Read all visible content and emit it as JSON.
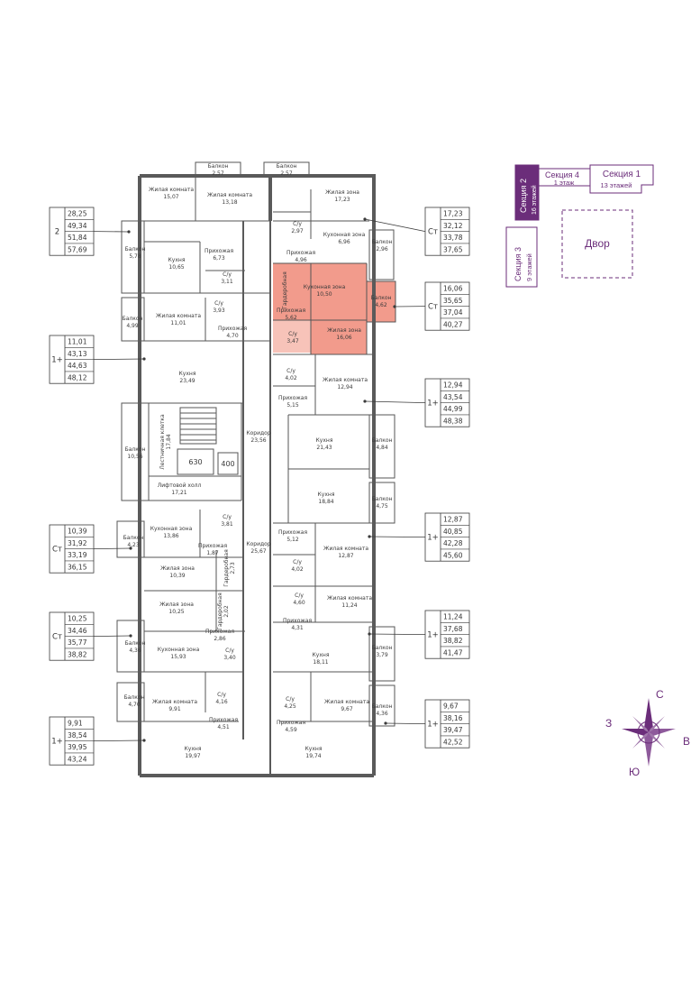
{
  "rooms": [
    {
      "id": "r1",
      "name": "Балкон",
      "area": "2,57"
    },
    {
      "id": "r2",
      "name": "Балкон",
      "area": "2,57"
    },
    {
      "id": "r3",
      "name": "Жилая комната",
      "area": "15,07"
    },
    {
      "id": "r4",
      "name": "Жилая комната",
      "area": "13,18"
    },
    {
      "id": "r5",
      "name": "Жилая зона",
      "area": "17,23"
    },
    {
      "id": "r6",
      "name": "С/у",
      "area": "2,97"
    },
    {
      "id": "r7",
      "name": "Кухонная зона",
      "area": "6,96"
    },
    {
      "id": "r8",
      "name": "Прихожая",
      "area": "4,96"
    },
    {
      "id": "r9",
      "name": "Балкон",
      "area": "2,96"
    },
    {
      "id": "r10",
      "name": "Балкон",
      "area": "5,78"
    },
    {
      "id": "r11",
      "name": "Кухня",
      "area": "10,65"
    },
    {
      "id": "r12",
      "name": "Прихожая",
      "area": "6,73"
    },
    {
      "id": "r13",
      "name": "С/у",
      "area": "3,11"
    },
    {
      "id": "r14",
      "name": "Кухонная зона",
      "area": "10,50",
      "highlight": true
    },
    {
      "id": "r15",
      "name": "Гардеробная",
      "area": "",
      "highlight": true
    },
    {
      "id": "r16",
      "name": "Прихожая",
      "area": "5,62",
      "highlight": true
    },
    {
      "id": "r17",
      "name": "С/у",
      "area": "3,47",
      "highlight": true
    },
    {
      "id": "r18",
      "name": "Жилая зона",
      "area": "16,06",
      "highlight": true
    },
    {
      "id": "r19",
      "name": "Балкон",
      "area": "4,62",
      "highlight": true
    },
    {
      "id": "r20",
      "name": "Балкон",
      "area": "4,99"
    },
    {
      "id": "r21",
      "name": "Жилая комната",
      "area": "11,01"
    },
    {
      "id": "r22",
      "name": "С/у",
      "area": "3,93"
    },
    {
      "id": "r23",
      "name": "Прихожая",
      "area": "4,70"
    },
    {
      "id": "r24",
      "name": "Кухня",
      "area": "23,49"
    },
    {
      "id": "r25",
      "name": "С/у",
      "area": "4,02"
    },
    {
      "id": "r26",
      "name": "Прихожая",
      "area": "5,15"
    },
    {
      "id": "r27",
      "name": "Жилая комната",
      "area": "12,94"
    },
    {
      "id": "r28",
      "name": "Лестничная клетка",
      "area": "17,84"
    },
    {
      "id": "r29",
      "name": "Коридор",
      "area": "23,56"
    },
    {
      "id": "r30",
      "name": "Кухня",
      "area": "21,43"
    },
    {
      "id": "r31",
      "name": "Балкон",
      "area": "4,84"
    },
    {
      "id": "r32",
      "name": "Балкон",
      "area": "10,56"
    },
    {
      "id": "r33",
      "name": "Лифтовой холл",
      "area": "17,21"
    },
    {
      "id": "r34",
      "name": "Кухня",
      "area": "18,84"
    },
    {
      "id": "r35",
      "name": "Балкон",
      "area": "4,75"
    },
    {
      "id": "r36",
      "name": "Балкон",
      "area": "4,23"
    },
    {
      "id": "r37",
      "name": "Кухонная зона",
      "area": "13,86"
    },
    {
      "id": "r38",
      "name": "С/у",
      "area": "3,81"
    },
    {
      "id": "r39",
      "name": "Прихожая",
      "area": "1,87"
    },
    {
      "id": "r40",
      "name": "Гардеробная",
      "area": "2,73"
    },
    {
      "id": "r41",
      "name": "Жилая зона",
      "area": "10,39"
    },
    {
      "id": "r42",
      "name": "Коридор",
      "area": "25,67"
    },
    {
      "id": "r43",
      "name": "Прихожая",
      "area": "5,12"
    },
    {
      "id": "r44",
      "name": "Жилая комната",
      "area": "12,87"
    },
    {
      "id": "r45",
      "name": "С/у",
      "area": "4,02"
    },
    {
      "id": "r46",
      "name": "С/у",
      "area": "4,60"
    },
    {
      "id": "r47",
      "name": "Жилая комната",
      "area": "11,24"
    },
    {
      "id": "r48",
      "name": "Жилая зона",
      "area": "10,25"
    },
    {
      "id": "r49",
      "name": "Гардеробная",
      "area": "2,02"
    },
    {
      "id": "r50",
      "name": "Прихожая",
      "area": "4,31"
    },
    {
      "id": "r51",
      "name": "Прихожая",
      "area": "2,86"
    },
    {
      "id": "r52",
      "name": "Балкон",
      "area": "4,36"
    },
    {
      "id": "r53",
      "name": "Кухонная зона",
      "area": "15,93"
    },
    {
      "id": "r54",
      "name": "С/у",
      "area": "3,40"
    },
    {
      "id": "r55",
      "name": "Кухня",
      "area": "18,11"
    },
    {
      "id": "r56",
      "name": "Балкон",
      "area": "3,79"
    },
    {
      "id": "r57",
      "name": "Балкон",
      "area": "4,70"
    },
    {
      "id": "r58",
      "name": "Жилая комната",
      "area": "9,91"
    },
    {
      "id": "r59",
      "name": "С/у",
      "area": "4,16"
    },
    {
      "id": "r60",
      "name": "Прихожая",
      "area": "4,51"
    },
    {
      "id": "r61",
      "name": "С/у",
      "area": "4,25"
    },
    {
      "id": "r62",
      "name": "Прихожая",
      "area": "4,59"
    },
    {
      "id": "r63",
      "name": "Жилая комната",
      "area": "9,67"
    },
    {
      "id": "r64",
      "name": "Балкон",
      "area": "4,36"
    },
    {
      "id": "r65",
      "name": "Кухня",
      "area": "19,97"
    },
    {
      "id": "r66",
      "name": "Кухня",
      "area": "19,74"
    }
  ],
  "elevators": [
    {
      "id": "e1",
      "label": "630"
    },
    {
      "id": "e2",
      "label": "400"
    }
  ],
  "apartments": [
    {
      "id": "a1",
      "type": "2",
      "values": [
        "28,25",
        "49,34",
        "51,84",
        "57,69"
      ]
    },
    {
      "id": "a2",
      "type": "Ст",
      "values": [
        "17,23",
        "32,12",
        "33,78",
        "37,65"
      ]
    },
    {
      "id": "a3",
      "type": "Ст",
      "values": [
        "16,06",
        "35,65",
        "37,04",
        "40,27"
      ],
      "highlight": true
    },
    {
      "id": "a4",
      "type": "1+",
      "values": [
        "11,01",
        "43,13",
        "44,63",
        "48,12"
      ]
    },
    {
      "id": "a5",
      "type": "1+",
      "values": [
        "12,94",
        "43,54",
        "44,99",
        "48,38"
      ]
    },
    {
      "id": "a6",
      "type": "Ст",
      "values": [
        "10,39",
        "31,92",
        "33,19",
        "36,15"
      ]
    },
    {
      "id": "a7",
      "type": "1+",
      "values": [
        "12,87",
        "40,85",
        "42,28",
        "45,60"
      ]
    },
    {
      "id": "a8",
      "type": "Ст",
      "values": [
        "10,25",
        "34,46",
        "35,77",
        "38,82"
      ]
    },
    {
      "id": "a9",
      "type": "1+",
      "values": [
        "11,24",
        "37,68",
        "38,82",
        "41,47"
      ]
    },
    {
      "id": "a10",
      "type": "1+",
      "values": [
        "9,91",
        "38,54",
        "39,95",
        "43,24"
      ]
    },
    {
      "id": "a11",
      "type": "1+",
      "values": [
        "9,67",
        "38,16",
        "39,47",
        "42,52"
      ]
    }
  ],
  "key_plan": {
    "section2": {
      "title": "Секция 2",
      "floors": "16 этажей"
    },
    "section4": {
      "title": "Секция 4",
      "floors": "1 этаж"
    },
    "section1": {
      "title": "Секция 1",
      "floors": "13 этажей"
    },
    "section3": {
      "title": "Секция 3",
      "floors": "9 этажей"
    },
    "yard": "Двор"
  },
  "compass": {
    "north": "С",
    "south": "Ю",
    "west": "З",
    "east": "В"
  },
  "colors": {
    "wall": "#5a5a5a",
    "highlight": "#f29b8c",
    "accent": "#6b2d7a",
    "line": "#3a3a3a"
  }
}
